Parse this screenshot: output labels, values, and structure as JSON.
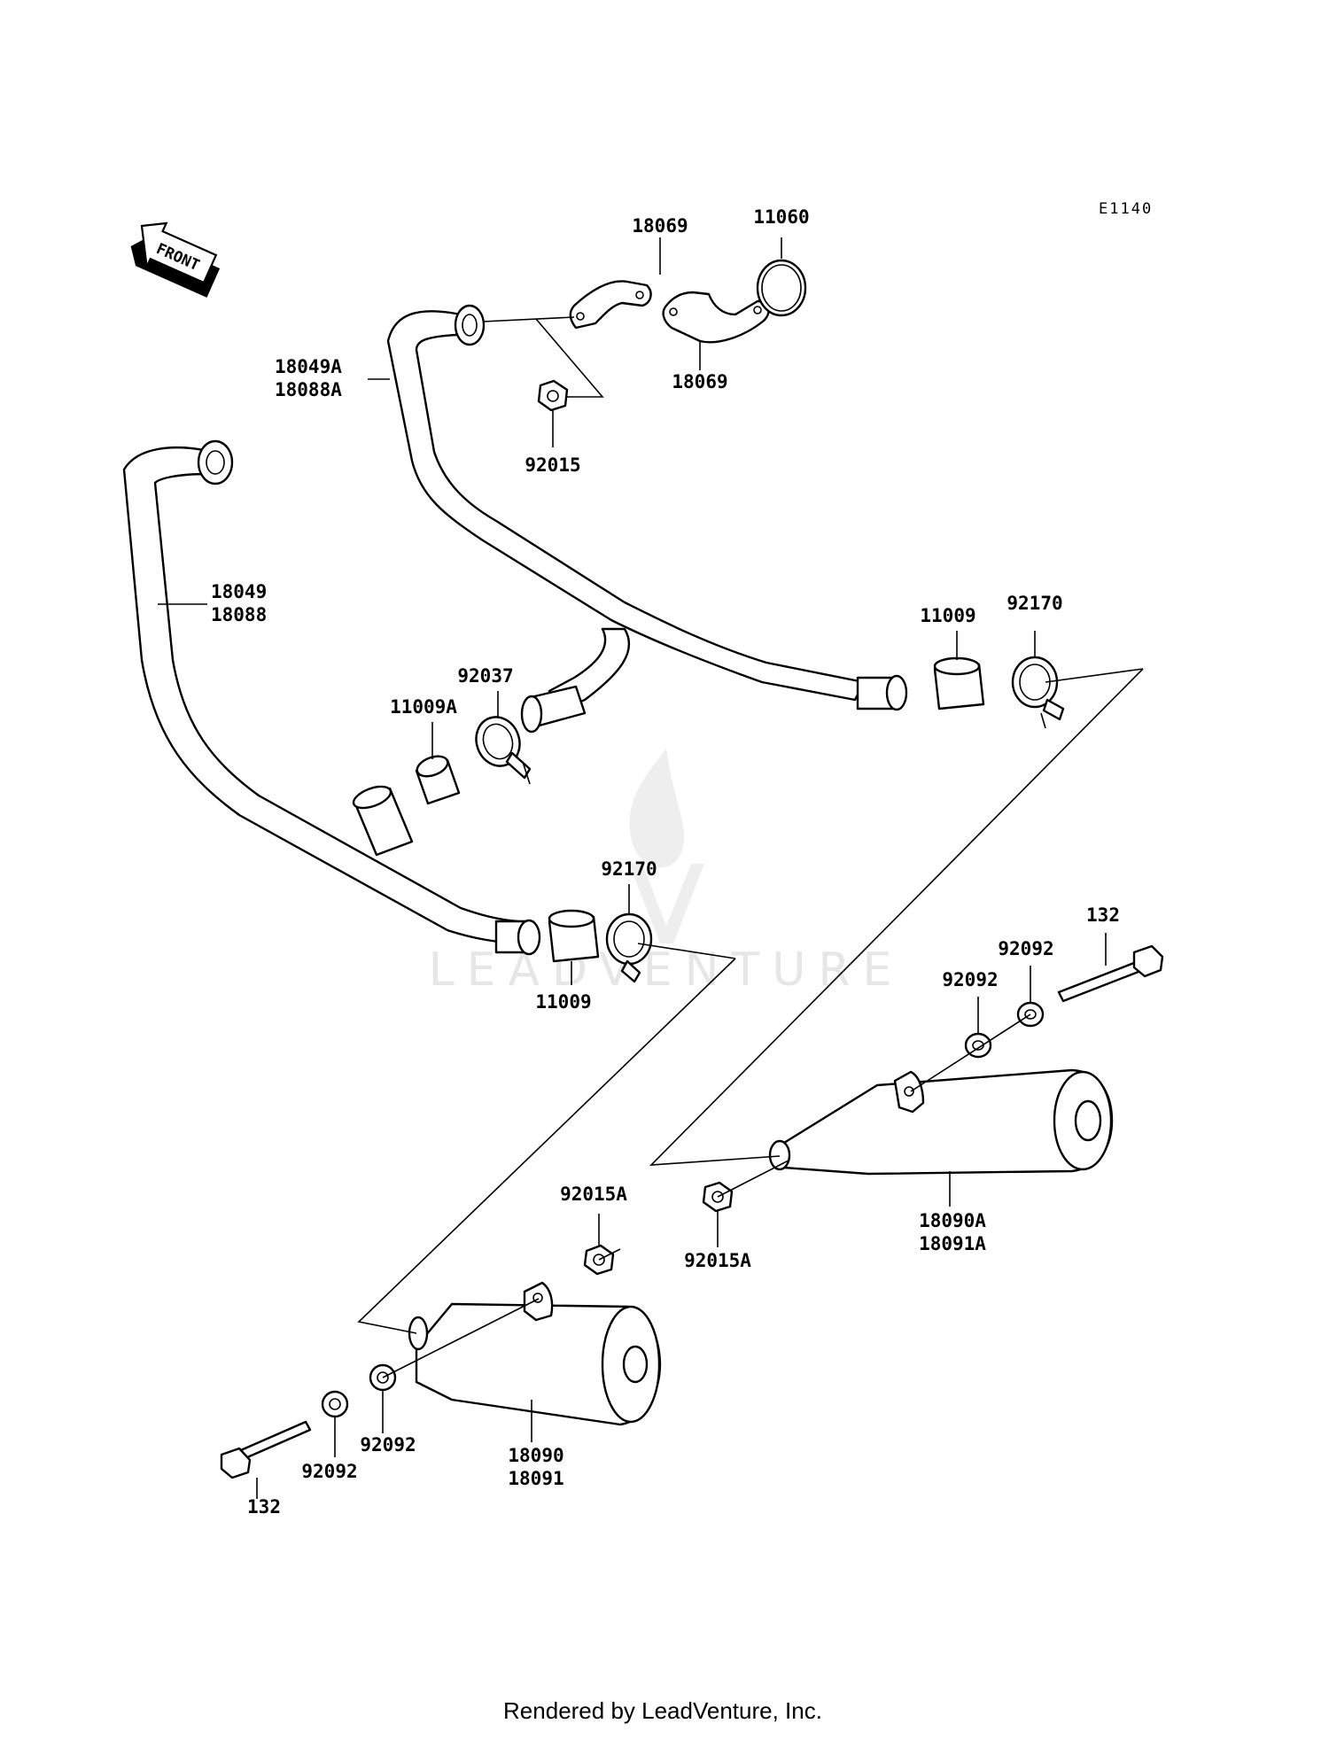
{
  "diagram": {
    "code": "E1140",
    "front_label": "FRONT",
    "watermark": "LEADVENTURE",
    "footer": "Rendered by LeadVenture, Inc.",
    "labels": {
      "p18069_top": "18069",
      "p11060": "11060",
      "p18069_bot": "18069",
      "p18049A": "18049A",
      "p18088A": "18088A",
      "p92015": "92015",
      "p18049": "18049",
      "p18088": "18088",
      "p92037": "92037",
      "p11009A": "11009A",
      "p11009_r": "11009",
      "p92170_r": "92170",
      "p92170_l": "92170",
      "p11009_l": "11009",
      "p132_r": "132",
      "p92092_r1": "92092",
      "p92092_r2": "92092",
      "p18090A": "18090A",
      "p18091A": "18091A",
      "p92015A_r": "92015A",
      "p92015A_l": "92015A",
      "p92092_l1": "92092",
      "p92092_l2": "92092",
      "p18090": "18090",
      "p18091": "18091",
      "p132_l": "132"
    }
  }
}
